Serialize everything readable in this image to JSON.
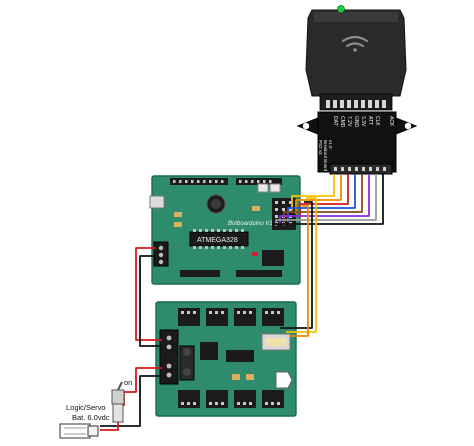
{
  "receiver": {
    "pins": [
      "DAT",
      "CMD",
      "7.2V",
      "GND",
      "3.3V",
      "ATT",
      "CLK",
      "",
      "ACK"
    ],
    "board_title": "PS2 v3",
    "board_subtitle": "Breakout Board",
    "board_version": "v1.0"
  },
  "controller_board": {
    "name": "Botboarduino V1.2",
    "chip": "ATMEGA328"
  },
  "switch": {
    "on_label": "on"
  },
  "battery": {
    "line1": "Logic/Servo",
    "line2": "Bat. 6.0vdc"
  },
  "colors": {
    "pcb": "#2e8b6b",
    "pcb_edge": "#1f6b50",
    "receiver_body": "#2a2a2a",
    "led": "#22cc44",
    "wire_red": "#d61a1a",
    "wire_black": "#111111",
    "wire_yellow": "#f2c300",
    "wire_orange": "#f08a00",
    "wire_blue": "#1a55d6",
    "wire_brown": "#8a4b1e",
    "wire_purple": "#8a2be2",
    "wire_gray": "#9a9a9a"
  }
}
